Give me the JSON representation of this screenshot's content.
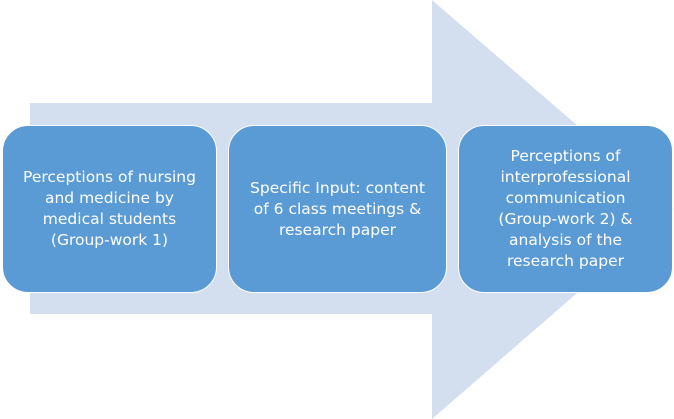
{
  "diagram": {
    "type": "process-flow-arrow",
    "colors": {
      "arrow": "#d3deef",
      "box": "#5b9bd5",
      "box_border": "#ffffff",
      "text": "#ffffff"
    },
    "steps": [
      {
        "text": "Perceptions of nursing\nand medicine by\nmedical students\n(Group-work 1)"
      },
      {
        "text": "Specific Input: content\nof 6 class meetings &\nresearch paper"
      },
      {
        "text": "Perceptions of\ninterprofessional\ncommunication\n(Group-work 2) &\nanalysis of the\nresearch paper"
      }
    ]
  }
}
